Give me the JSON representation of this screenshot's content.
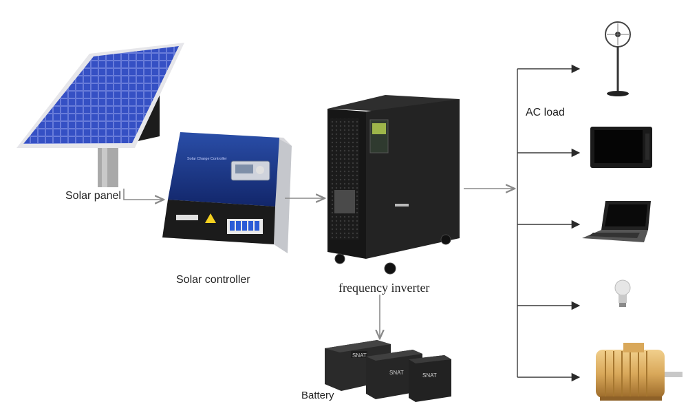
{
  "labels": {
    "solar_panel": "Solar panel",
    "solar_controller": "Solar controller",
    "frequency_inverter": "frequency inverter",
    "battery": "Battery",
    "ac_load": "AC load"
  },
  "controller_face_text": "Solar Charge Controller",
  "battery_brand": "SNAT",
  "ac_loads": [
    "fan-icon",
    "tv-icon",
    "laptop-icon",
    "bulb-icon",
    "motor-icon"
  ],
  "colors": {
    "arrow": "#8a8a8a",
    "bus_line": "#3a3a3a",
    "panel_blue": "#2b3fa8",
    "controller_blue": "#1d3a8a",
    "inverter_black": "#1e1e1e",
    "motor_gold": "#d9a85a"
  }
}
